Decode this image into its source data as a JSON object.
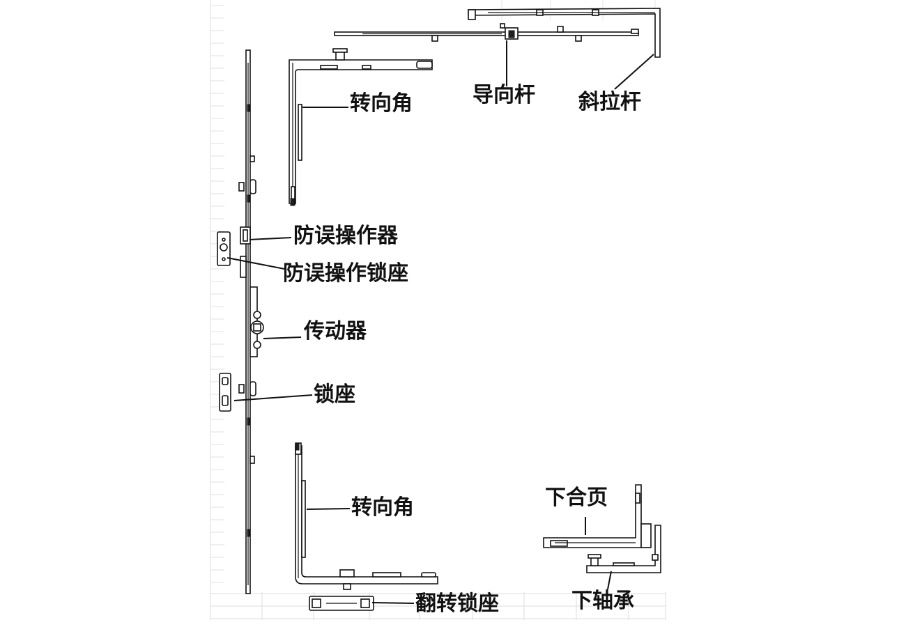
{
  "labels": {
    "top_corner": "转向角",
    "guide_rod": "导向杆",
    "diagonal_rod": "斜拉杆",
    "misoperation_device": "防误操作器",
    "misoperation_lock_seat": "防误操作锁座",
    "actuator": "传动器",
    "lock_seat": "锁座",
    "bottom_corner": "转向角",
    "lower_hinge": "下合页",
    "lower_bearing": "下轴承",
    "tilt_lock_seat": "翻转锁座"
  },
  "colors": {
    "line": "#111111",
    "part_fill": "#ffffff",
    "grid": "#d9d9d9"
  }
}
